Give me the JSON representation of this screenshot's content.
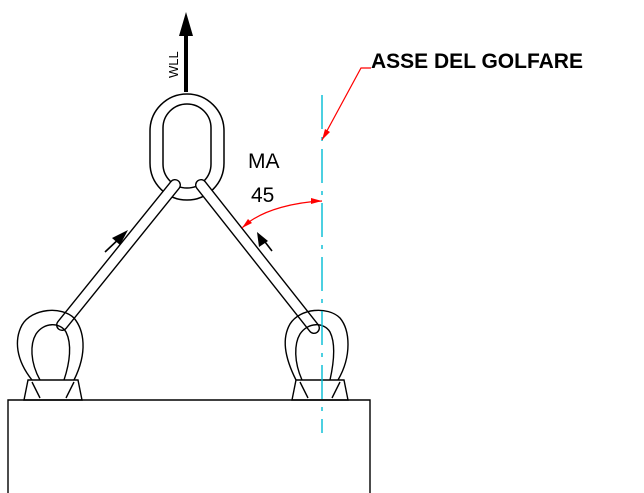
{
  "diagram": {
    "axis_label": "ASSE DEL GOLFARE",
    "angle_prefix": "MA",
    "angle_value": "45",
    "load_label": "WLL"
  },
  "colors": {
    "outline": "#000000",
    "axis": "#00bcd4",
    "leader": "#ff0000",
    "background": "#ffffff"
  },
  "icons": [
    "upward-load-arrow-icon",
    "force-arrow-icon"
  ]
}
